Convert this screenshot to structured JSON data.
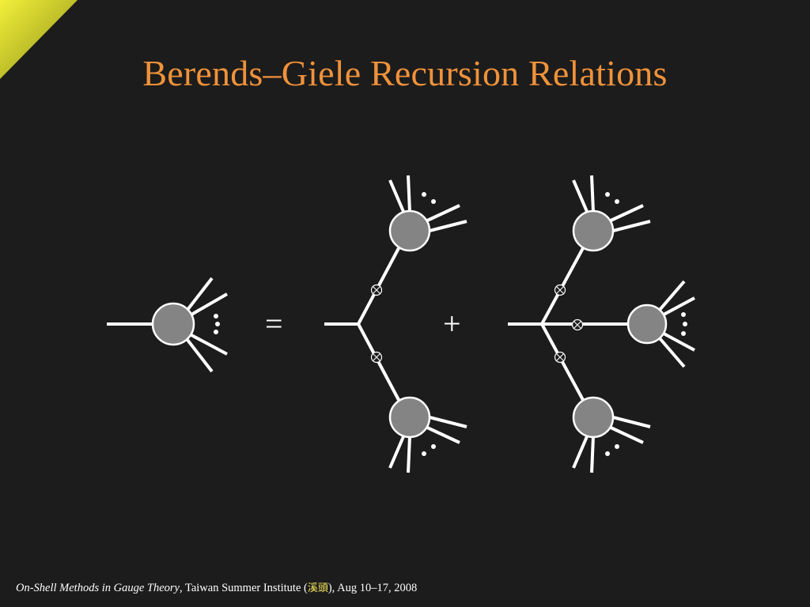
{
  "title": "Berends–Giele Recursion Relations",
  "equation": {
    "equals_sign": "=",
    "plus_sign": "+"
  },
  "colors": {
    "background": "#1c1c1c",
    "title": "#f0923a",
    "blob_fill": "#848484",
    "footer_highlight": "#f4e85a"
  },
  "icons": {
    "current_blob": "gray-filled-circle",
    "propagator_marker": "circle-cross-icon",
    "continuation": "three-dots"
  },
  "footer": {
    "book_title": "On-Shell Methods in Gauge Theory",
    "separator": ", ",
    "institute": "Taiwan Summer Institute (",
    "hanzi": "溪頭",
    "date": "), Aug 10–17, 2008"
  }
}
